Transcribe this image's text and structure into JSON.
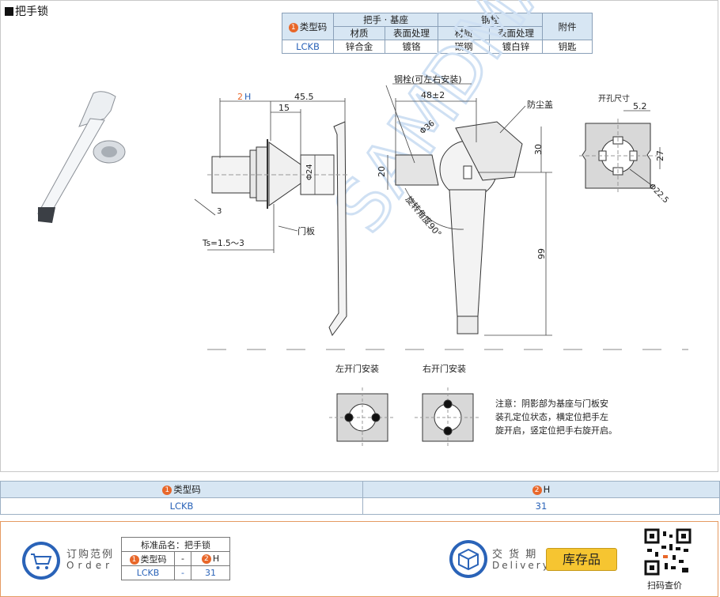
{
  "page_title": "把手锁",
  "spec_table": {
    "col_type": "类型码",
    "group_handle": "把手 · 基座",
    "group_bolt": "钢栓",
    "col_accessory": "附件",
    "sub_material": "材质",
    "sub_surface": "表面处理",
    "sub_material_2": "材质",
    "sub_surface_2": "表面处理",
    "row": {
      "type": "LCKB",
      "handle_material": "锌合金",
      "handle_surface": "镀铬",
      "bolt_material": "碳钢",
      "bolt_surface": "镀白锌",
      "accessory": "钥匙"
    }
  },
  "badges": {
    "one": "1",
    "two": "2"
  },
  "drawing": {
    "dim_h": "H",
    "dim_45_5": "45.5",
    "dim_15": "15",
    "dim_phi24": "Φ24",
    "dim_3": "3",
    "dim_ts": "Ts=1.5～3",
    "label_door_panel": "门板",
    "label_bolt": "钢栓(可左右安装)",
    "dim_48": "48±2",
    "label_dust_cover": "防尘盖",
    "dim_phi36": "Φ36",
    "dim_30": "30",
    "dim_20": "20",
    "label_rotation": "旋转角度90°",
    "dim_99": "99",
    "label_cutout": "开孔尺寸",
    "dim_5_2": "5.2",
    "dim_27": "27",
    "dim_phi22_5": "Φ22.5",
    "label_left_install": "左开门安装",
    "label_right_install": "右开门安装",
    "note_line1": "注意：阴影部为基座与门板安",
    "note_line2": "装孔定位状态，横定位把手左",
    "note_line3": "旋开启，竖定位把手右旋开启。",
    "watermark": "SAMDMA"
  },
  "selection_table": {
    "col_type": "类型码",
    "col_h": "H",
    "row": {
      "type": "LCKB",
      "h": "31"
    }
  },
  "order": {
    "title": "订购范例",
    "subtitle": "Order",
    "std_name": "标准品名：把手锁",
    "col_type": "类型码",
    "dash": "-",
    "col_h": "H",
    "val_type": "LCKB",
    "val_dash": "-",
    "val_h": "31"
  },
  "delivery": {
    "title": "交 货 期",
    "subtitle": "Delivery",
    "stock_button": "库存品",
    "qr_caption": "扫码查价"
  },
  "colors": {
    "accent_blue": "#2a63b8",
    "header_bg": "#d7e6f3",
    "badge_orange": "#e8672a",
    "stock_yellow": "#f6c531"
  }
}
